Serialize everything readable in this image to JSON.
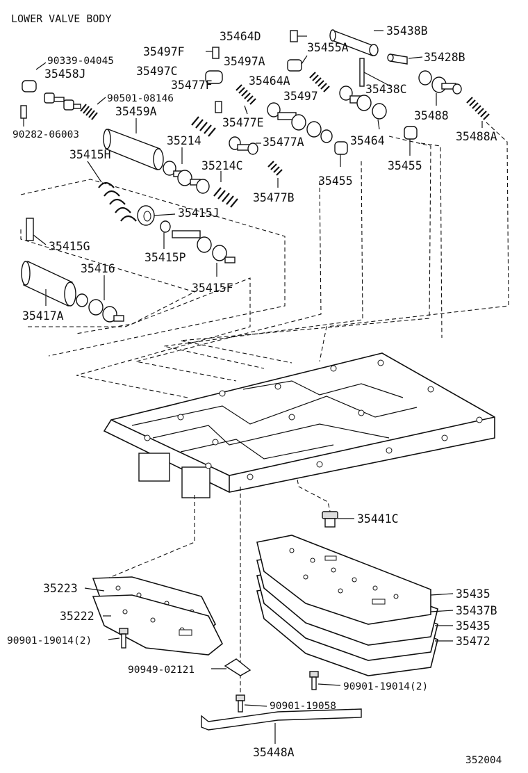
{
  "title": "LOWER VALVE BODY",
  "figure_code": "352004",
  "labels": {
    "p35438B": "35438B",
    "p35464D": "35464D",
    "p35497F": "35497F",
    "p35455A": "35455A",
    "p35428B": "35428B",
    "p90339": "90339-04045",
    "p35458J": "35458J",
    "p35497C": "35497C",
    "p35497A": "35497A",
    "p35477F": "35477F",
    "p35464A": "35464A",
    "p35438C": "35438C",
    "p90501": "90501-08146",
    "p35497": "35497",
    "p35488": "35488",
    "p35459A": "35459A",
    "p35477E": "35477E",
    "p35488A": "35488A",
    "p90282": "90282-06003",
    "p35214": "35214",
    "p35477A": "35477A",
    "p35464": "35464",
    "p35415H": "35415H",
    "p35214C": "35214C",
    "p35455b": "35455",
    "p35455c": "35455",
    "p35477B": "35477B",
    "p35415J": "35415J",
    "p35415G": "35415G",
    "p35415P": "35415P",
    "p35416": "35416",
    "p35415F": "35415F",
    "p35417A": "35417A",
    "p35441C": "35441C",
    "p35223": "35223",
    "p35435a": "35435",
    "p35222": "35222",
    "p35437B": "35437B",
    "p90901a": "90901-19014(2)",
    "p35435b": "35435",
    "p35472": "35472",
    "p90949": "90949-02121",
    "p90901b": "90901-19014(2)",
    "p90901c": "90901-19058",
    "p35448A": "35448A"
  }
}
